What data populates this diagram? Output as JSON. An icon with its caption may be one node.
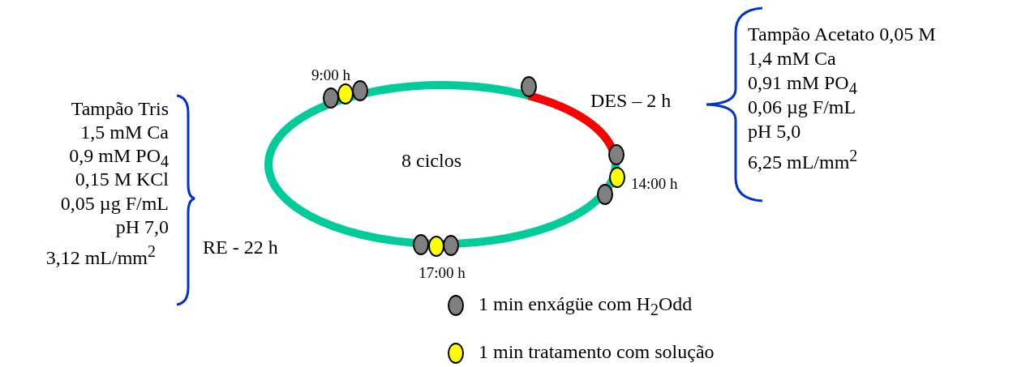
{
  "diagram": {
    "labels": [
      "9:00 h",
      "Tampão Acetato 0,05 M",
      "1,4 mM Ca",
      "0,91 mM PO$_{4}$",
      "0,06 µg F/mL",
      "pH 5,0",
      "6,25 mL/mm$^{2}$",
      "DES – 2 h",
      "Tampão Tris",
      "1,5 mM Ca",
      "0,9 mM PO$_{4}$",
      "0,15 M KCl",
      "0,05 µg F/mL",
      "pH 7,0",
      "3,12 mL/mm$^{2}$",
      "8 ciclos",
      "14:00 h",
      "RE - 22 h",
      "17:00 h"
    ],
    "legend": [
      {
        "text": "1 min enxágüe com H$_{2}$Odd",
        "color": "#808080"
      },
      {
        "text": "1 min tratamento com solução",
        "color": "#ffff00"
      }
    ]
  }
}
